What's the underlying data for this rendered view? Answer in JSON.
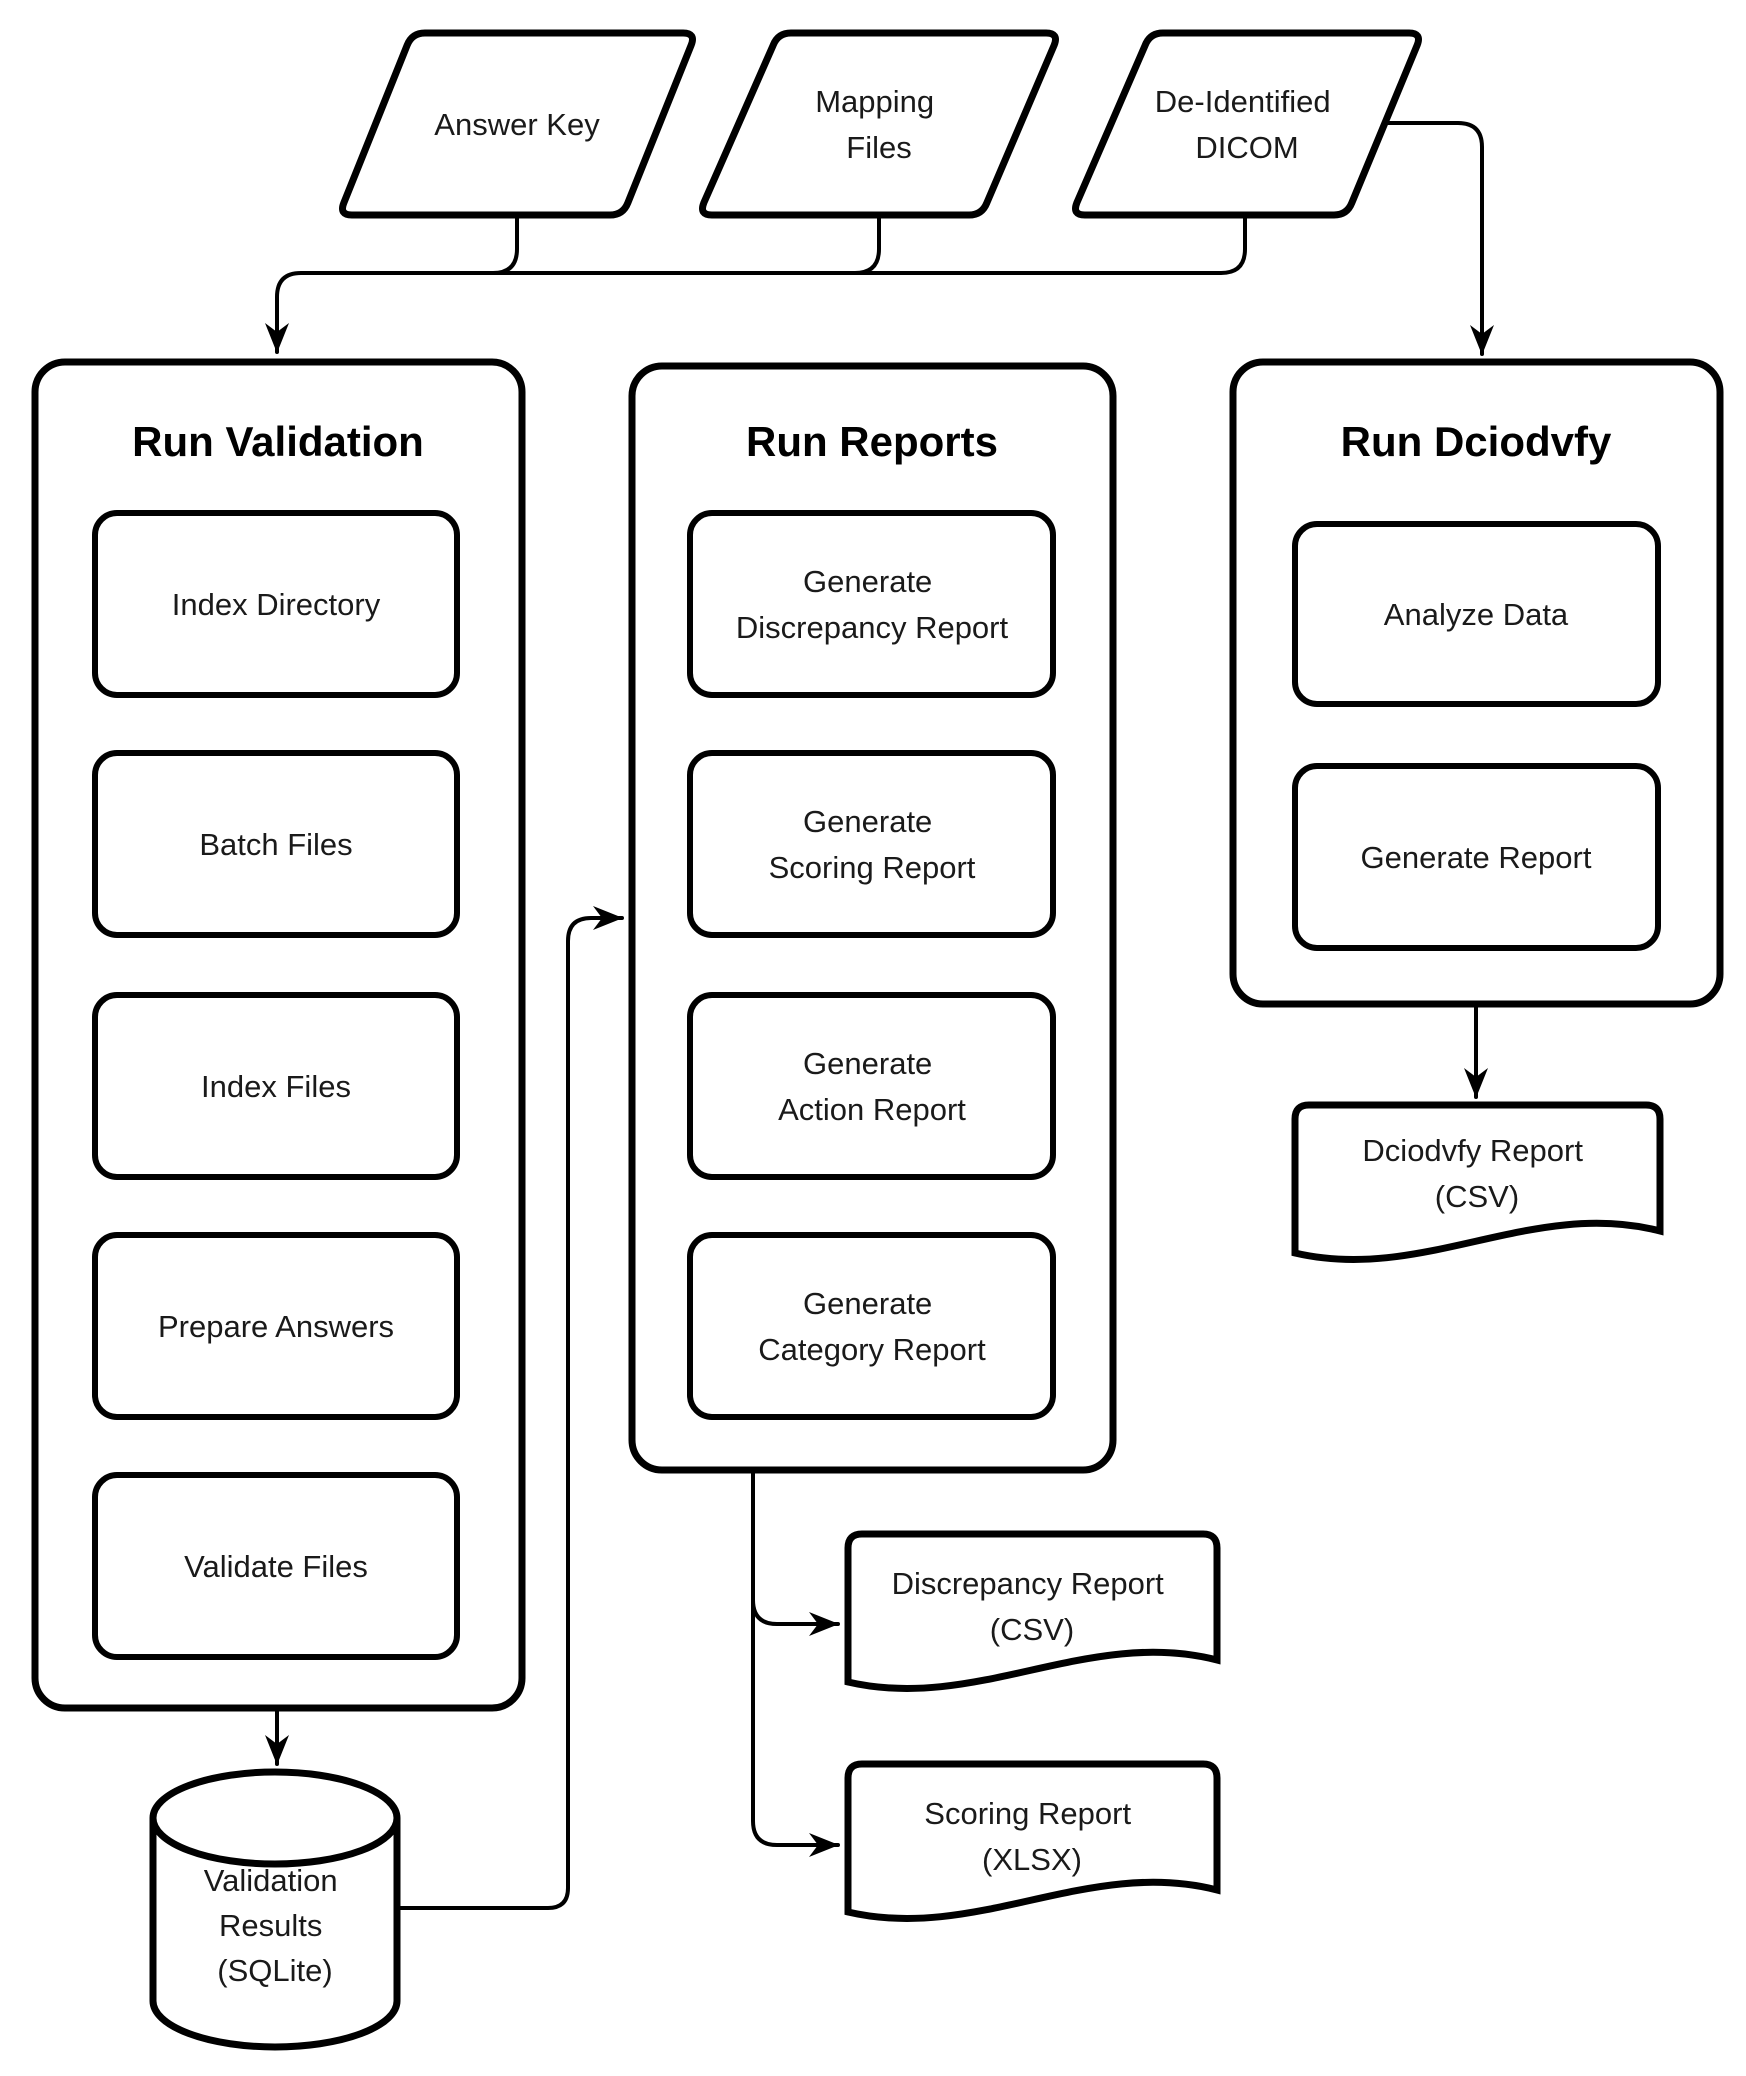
{
  "diagram": {
    "background": "#ffffff",
    "stroke_color": "#000000",
    "text_color": "#1a1a1a",
    "inputs": [
      {
        "name": "answer-key",
        "lines": [
          "Answer Key"
        ]
      },
      {
        "name": "mapping-files",
        "lines": [
          "Mapping",
          "Files"
        ]
      },
      {
        "name": "de-identified-dicom",
        "lines": [
          "De-Identified",
          "DICOM"
        ]
      }
    ],
    "groups": [
      {
        "title": "Run Validation",
        "steps": [
          {
            "lines": [
              "Index Directory"
            ]
          },
          {
            "lines": [
              "Batch Files"
            ]
          },
          {
            "lines": [
              "Index Files"
            ]
          },
          {
            "lines": [
              "Prepare Answers"
            ]
          },
          {
            "lines": [
              "Validate Files"
            ]
          }
        ]
      },
      {
        "title": "Run Reports",
        "steps": [
          {
            "lines": [
              "Generate",
              "Discrepancy Report"
            ]
          },
          {
            "lines": [
              "Generate",
              "Scoring Report"
            ]
          },
          {
            "lines": [
              "Generate",
              "Action Report"
            ]
          },
          {
            "lines": [
              "Generate",
              "Category Report"
            ]
          }
        ]
      },
      {
        "title": "Run Dciodvfy",
        "steps": [
          {
            "lines": [
              "Analyze Data"
            ]
          },
          {
            "lines": [
              "Generate Report"
            ]
          }
        ]
      }
    ],
    "database": {
      "lines": [
        "Validation",
        "Results",
        "(SQLite)"
      ]
    },
    "documents": [
      {
        "name": "discrepancy-report",
        "lines": [
          "Discrepancy Report",
          "(CSV)"
        ]
      },
      {
        "name": "scoring-report",
        "lines": [
          "Scoring Report",
          "(XLSX)"
        ]
      },
      {
        "name": "dciodvfy-report",
        "lines": [
          "Dciodvfy Report",
          "(CSV)"
        ]
      }
    ]
  }
}
